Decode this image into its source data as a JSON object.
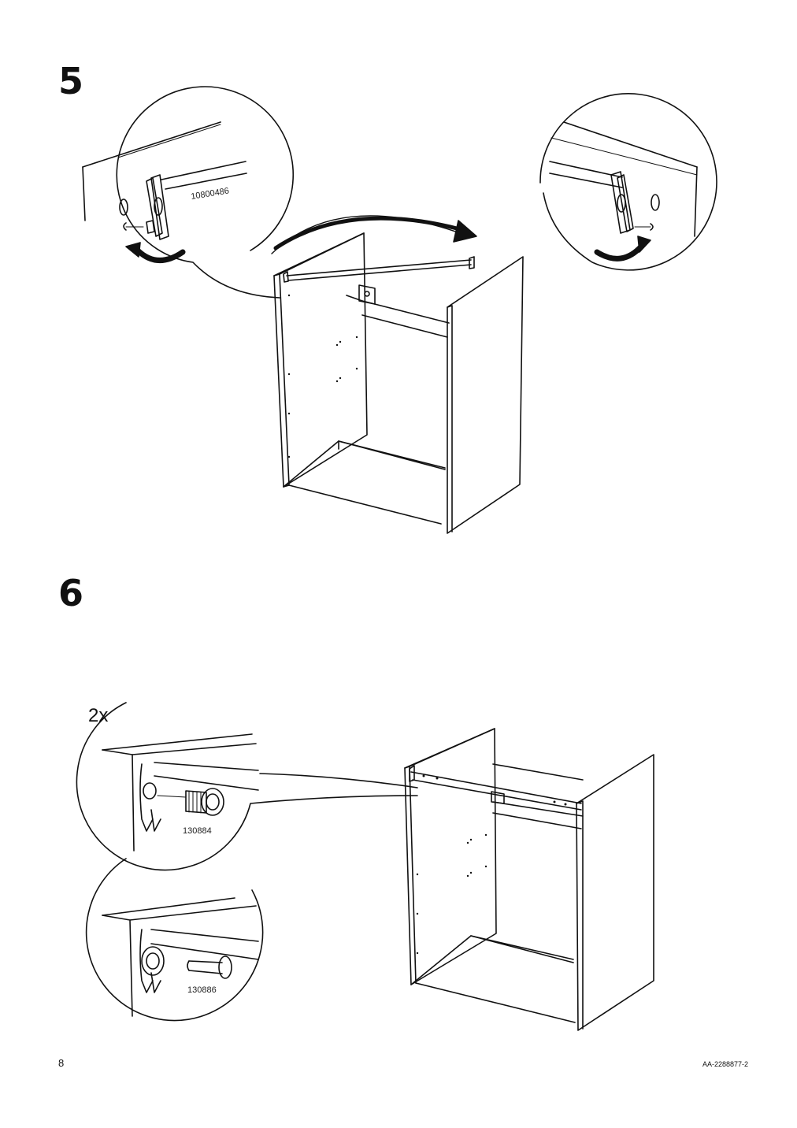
{
  "steps": [
    {
      "number": "5",
      "part_ids": [
        "10800486"
      ]
    },
    {
      "number": "6",
      "quantity": "2x",
      "part_ids": [
        "130884",
        "130886"
      ]
    }
  ],
  "footer": {
    "page_number": "8",
    "doc_id": "AA-2288877-2"
  }
}
